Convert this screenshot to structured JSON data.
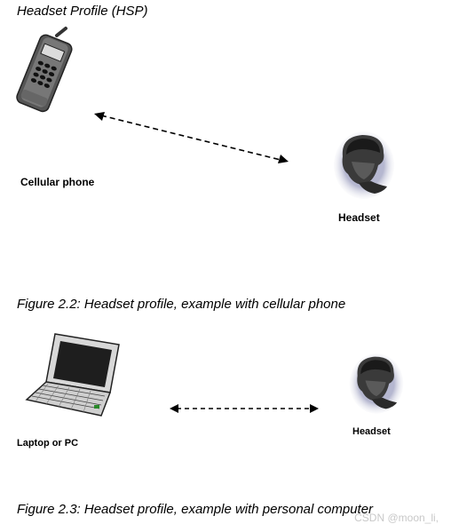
{
  "title": "Headset Profile (HSP)",
  "figure1": {
    "phone_label": "Cellular phone",
    "headset_label": "Headset",
    "caption": "Figure 2.2: Headset profile, example with cellular phone"
  },
  "figure2": {
    "laptop_label": "Laptop or PC",
    "headset_label": "Headset",
    "caption": "Figure 2.3: Headset profile, example with personal computer"
  },
  "watermark": "CSDN @moon_li,",
  "icons": [
    "cellular-phone-icon",
    "headset-person-icon",
    "laptop-icon",
    "dashed-double-arrow-icon"
  ]
}
